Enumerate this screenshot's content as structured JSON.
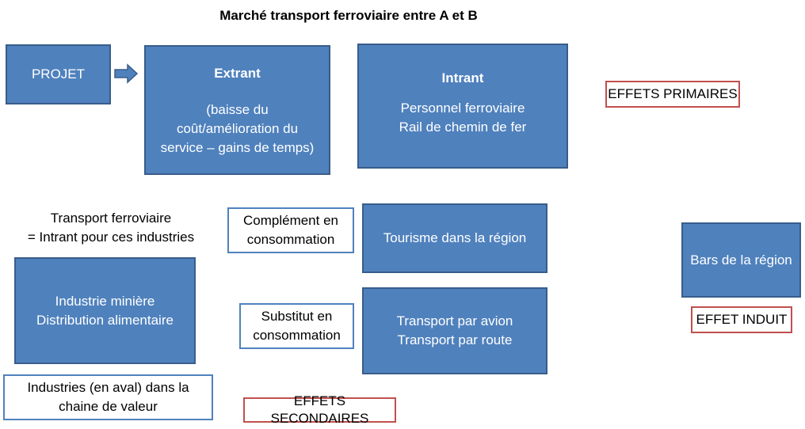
{
  "title": "Marché transport ferroviaire entre A et B",
  "projet": {
    "label": "PROJET"
  },
  "extrant": {
    "heading": "Extrant",
    "lines": [
      "(baisse du",
      "coût/amélioration du",
      "service – gains de temps)"
    ]
  },
  "intrant": {
    "heading": "Intrant",
    "lines": [
      "Personnel ferroviaire",
      "Rail de chemin de fer"
    ]
  },
  "effets_primaires": "EFFETS PRIMAIRES",
  "transport_note": {
    "lines": [
      "Transport ferroviaire",
      "= Intrant pour ces industries"
    ]
  },
  "industries": {
    "lines": [
      "Industrie minière",
      "Distribution alimentaire"
    ]
  },
  "industries_aval": {
    "lines": [
      "Industries (en aval) dans la",
      "chaine de valeur"
    ]
  },
  "complement": {
    "lines": [
      "Complément en",
      "consommation"
    ]
  },
  "tourisme": "Tourisme dans la région",
  "substitut": {
    "lines": [
      "Substitut en",
      "consommation"
    ]
  },
  "transport_alt": {
    "lines": [
      "Transport par avion",
      "Transport par route"
    ]
  },
  "effets_secondaires": "EFFETS SECONDAIRES",
  "bars": "Bars de la région",
  "effet_induit": "EFFET INDUIT",
  "colors": {
    "box_fill": "#4f81bd",
    "box_border": "#385d8a",
    "red_outline": "#c0504d"
  }
}
